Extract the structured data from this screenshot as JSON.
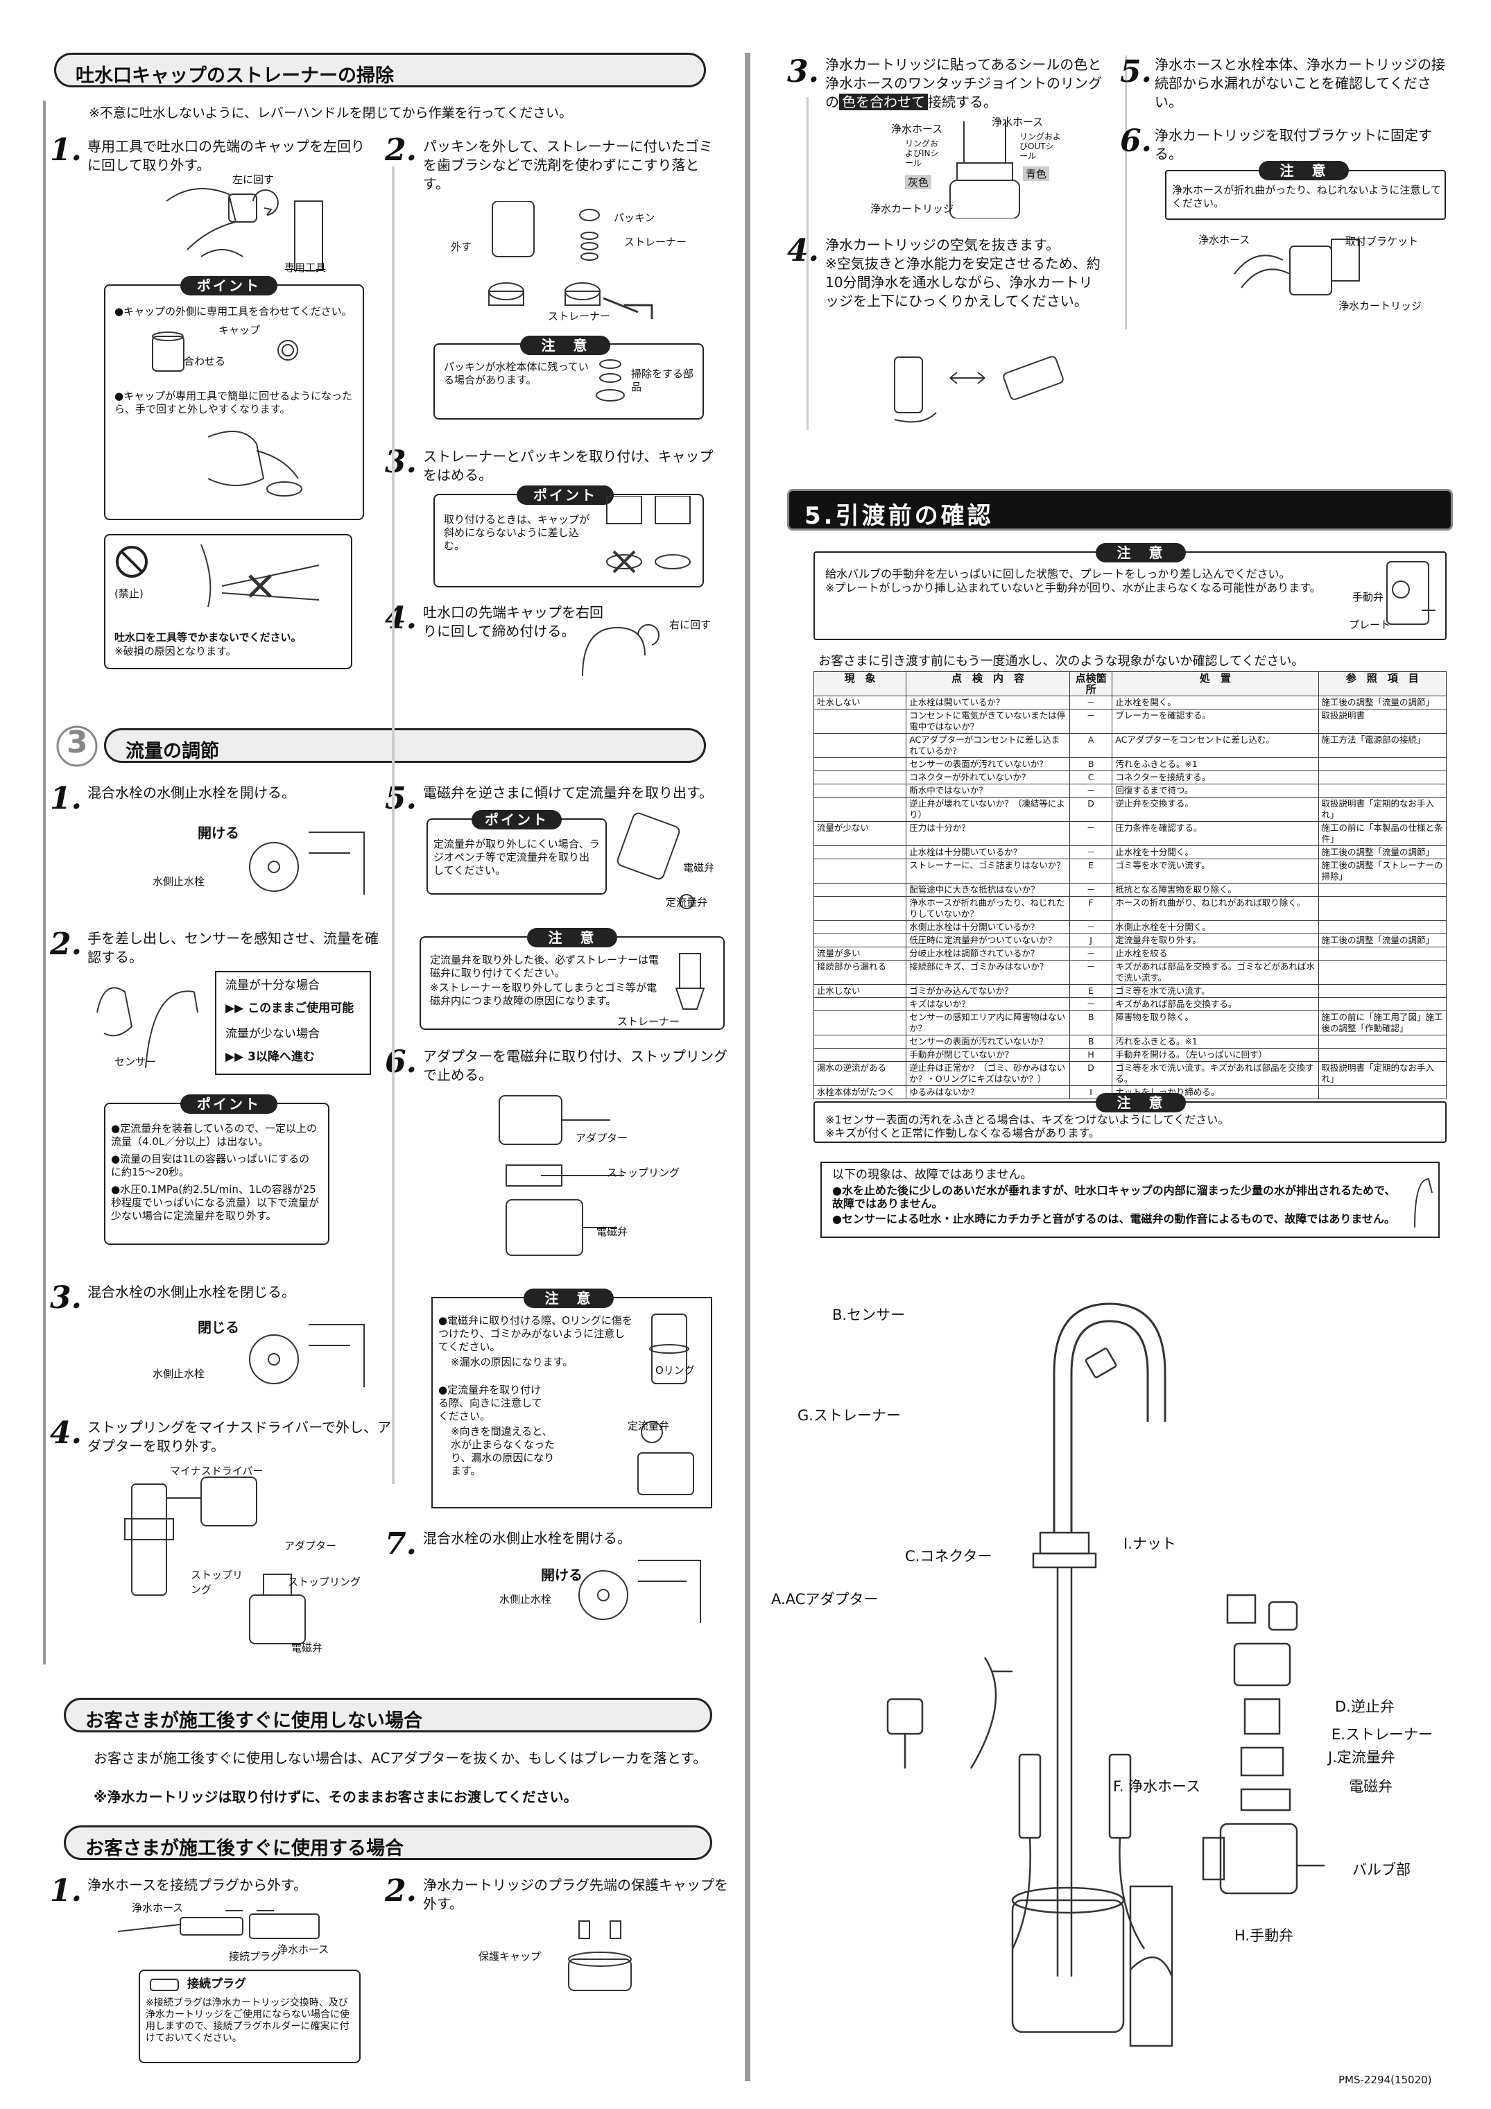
{
  "s_strainer": {
    "title": "吐水口キャップのストレーナーの掃除",
    "note": "※不意に吐水しないように、レバーハンドルを閉じてから作業を行ってください。",
    "step1": {
      "num": "1.",
      "text": "専用工具で吐水口の先端のキャップを左回りに回して取り外す。",
      "label_left": "左に回す",
      "label_tool": "専用工具"
    },
    "step2": {
      "num": "2.",
      "text": "パッキンを外して、ストレーナーに付いたゴミを歯ブラシなどで洗剤を使わずにこすり落とす。",
      "label_remove": "外す",
      "label_packing": "パッキン",
      "label_strainer": "ストレーナー",
      "label_strainer2": "ストレーナー"
    },
    "point1": {
      "title": "ポイント",
      "b1": "●キャップの外側に専用工具を合わせてください。",
      "label_cap": "キャップ",
      "label_align": "合わせる",
      "b2": "●キャップが専用工具で簡単に回せるようになったら、手で回すと外しやすくなります。"
    },
    "caution1": {
      "title": "注　意",
      "text": "パッキンが水栓本体に残っている場合があります。",
      "label": "掃除をする部品"
    },
    "step3": {
      "num": "3.",
      "text": "ストレーナーとパッキンを取り付け、キャップをはめる。"
    },
    "point2": {
      "title": "ポイント",
      "text": "取り付けるときは、キャップが斜めにならないように差し込む。"
    },
    "step4": {
      "num": "4.",
      "text": "吐水口の先端キャップを右回りに回して締め付ける。",
      "label": "右に回す"
    },
    "prohibit": {
      "label": "(禁止)",
      "text": "吐水口を工具等でかまないでください。",
      "sub": "※破損の原因となります。"
    }
  },
  "s_flow": {
    "circle": "3",
    "title": "流量の調節",
    "step1": {
      "num": "1.",
      "text": "混合水栓の水側止水栓を開ける。",
      "label_open": "開ける",
      "label_valve": "水側止水栓"
    },
    "step2": {
      "num": "2.",
      "text": "手を差し出し、センサーを感知させ、流量を確認する。",
      "label_sensor": "センサー",
      "ok": "流量が十分な場合",
      "ok_arrow": "このままご使用可能",
      "ng": "流量が少ない場合",
      "ng_arrow": "3以降へ進む"
    },
    "point": {
      "title": "ポイント",
      "b1": "●定流量弁を装着しているので、一定以上の流量（4.0L／分以上）は出ない。",
      "b2": "●流量の目安は1Lの容器いっぱいにするのに約15〜20秒。",
      "b3": "●水圧0.1MPa(約2.5L/min、1Lの容器が25秒程度でいっぱいになる流量）以下で流量が少ない場合に定流量弁を取り外す。"
    },
    "step3": {
      "num": "3.",
      "text": "混合水栓の水側止水栓を閉じる。",
      "label_close": "閉じる",
      "label_valve": "水側止水栓"
    },
    "step4": {
      "num": "4.",
      "text": "ストップリングをマイナスドライバーで外し、アダプターを取り外す。",
      "label_driver": "マイナスドライバー",
      "label_adapter": "アダプター",
      "label_ring": "ストップリング",
      "label_ring2": "ストップリング",
      "label_valve": "電磁弁"
    },
    "step5": {
      "num": "5.",
      "text": "電磁弁を逆さまに傾けて定流量弁を取り出す。",
      "label_solenoid": "電磁弁",
      "label_flow": "定流量弁"
    },
    "point5": {
      "title": "ポイント",
      "text": "定流量弁が取り外しにくい場合、ラジオペンチ等で定流量弁を取り出してください。"
    },
    "caution5": {
      "title": "注　意",
      "text": "定流量弁を取り外した後、必ずストレーナーは電磁弁に取り付けてください。",
      "sub": "※ストレーナーを取り外してしまうとゴミ等が電磁弁内につまり故障の原因になります。",
      "label": "ストレーナー"
    },
    "step6": {
      "num": "6.",
      "text": "アダプターを電磁弁に取り付け、ストップリングで止める。",
      "label_adapter": "アダプター",
      "label_ring": "ストップリング",
      "label_valve": "電磁弁"
    },
    "caution6": {
      "title": "注　意",
      "b1": "●電磁弁に取り付ける際、Oリングに傷をつけたり、ゴミかみがないように注意してください。",
      "b1s": "※漏水の原因になります。",
      "label_oring": "Oリング",
      "b2": "●定流量弁を取り付ける際、向きに注意してください。",
      "b2s": "※向きを間違えると、水が止まらなくなったり、漏水の原因になります。",
      "label_flow": "定流量弁"
    },
    "step7": {
      "num": "7.",
      "text": "混合水栓の水側止水栓を開ける。",
      "label_open": "開ける",
      "label_valve": "水側止水栓"
    }
  },
  "s_notuse": {
    "title": "お客さまが施工後すぐに使用しない場合",
    "text": "お客さまが施工後すぐに使用しない場合は、ACアダプターを抜くか、もしくはブレーカを落とす。",
    "note": "※浄水カートリッジは取り付けずに、そのままお客さまにお渡してください。"
  },
  "s_use": {
    "title": "お客さまが施工後すぐに使用する場合",
    "step1": {
      "num": "1.",
      "text": "浄水ホースを接続プラグから外す。",
      "label_hose": "浄水ホース",
      "label_plug": "接続プラグ",
      "label_hose2": "浄水ホース",
      "box_title": "接続プラグ",
      "box_text": "※接続プラグは浄水カートリッジ交換時、及び浄水カートリッジをご使用にならない場合に使用しますので、接続プラグホルダーに確実に付けておいてください。"
    },
    "step2": {
      "num": "2.",
      "text": "浄水カートリッジのプラグ先端の保護キャップを外す。",
      "label_cap": "保護キャップ"
    }
  },
  "s_cart": {
    "step3": {
      "num": "3.",
      "text_a": "浄水カートリッジに貼ってあるシールの色と浄水ホースのワンタッチジョイントのリングの",
      "text_hl": "色を合わせて",
      "text_b": "接続する。",
      "label_hose1": "浄水ホース",
      "label_hose2": "浄水ホース",
      "label_ring1": "リングおよびINシール",
      "label_ring2": "リングおよびOUTシール",
      "label_gray": "灰色",
      "label_blue": "青色",
      "label_cart": "浄水カートリッジ"
    },
    "step4": {
      "num": "4.",
      "text": "浄水カートリッジの空気を抜きます。",
      "sub": "※空気抜きと浄水能力を安定させるため、約10分間浄水を通水しながら、浄水カートリッジを上下にひっくりかえしてください。"
    },
    "step5": {
      "num": "5.",
      "text": "浄水ホースと水栓本体、浄水カートリッジの接続部から水漏れがないことを確認してください。"
    },
    "step6": {
      "num": "6.",
      "text": "浄水カートリッジを取付ブラケットに固定する。"
    },
    "caution": {
      "title": "注　意",
      "text": "浄水ホースが折れ曲がったり、ねじれないように注意してください。",
      "label_hose": "浄水ホース",
      "label_bracket": "取付ブラケット",
      "label_cart": "浄水カートリッジ"
    }
  },
  "s_check": {
    "title": "5.引渡前の確認",
    "caution1": {
      "title": "注　意",
      "text": "給水バルブの手動弁を左いっぱいに回した状態で、プレートをしっかり差し込んでください。",
      "sub": "※プレートがしっかり挿し込まれていないと手動弁が回り、水が止まらなくなる可能性があります。",
      "label_valve": "手動弁",
      "label_plate": "プレート"
    },
    "intro": "お客さまに引き渡す前にもう一度通水し、次のような現象がないか確認してください。",
    "headers": [
      "現　象",
      "点　検　内　容",
      "点検箇所",
      "処　置",
      "参　照　項　目"
    ],
    "rows": [
      [
        "吐水しない",
        "止水栓は開いているか？",
        "－",
        "止水栓を開く。",
        "施工後の調整「流量の調節」"
      ],
      [
        "",
        "コンセントに電気がきていないまたは停電中ではないか？",
        "－",
        "ブレーカーを確認する。",
        "取扱説明書"
      ],
      [
        "",
        "ACアダプターがコンセントに差し込まれているか？",
        "A",
        "ACアダプターをコンセントに差し込む。",
        "施工方法「電源部の接続」"
      ],
      [
        "",
        "センサーの表面が汚れていないか？",
        "B",
        "汚れをふきとる。※1",
        ""
      ],
      [
        "",
        "コネクターが外れていないか？",
        "C",
        "コネクターを接続する。",
        ""
      ],
      [
        "",
        "断水中ではないか？",
        "－",
        "回復するまで待つ。",
        ""
      ],
      [
        "",
        "逆止弁が壊れていないか？（凍結等により）",
        "D",
        "逆止弁を交換する。",
        "取扱説明書「定期的なお手入れ」"
      ],
      [
        "流量が少ない",
        "圧力は十分か？",
        "－",
        "圧力条件を確認する。",
        "施工の前に「本製品の仕様と条件」"
      ],
      [
        "",
        "止水栓は十分開いているか？",
        "－",
        "止水栓を十分開く。",
        "施工後の調整「流量の調節」"
      ],
      [
        "",
        "ストレーナーに、ゴミ詰まりはないか？",
        "E",
        "ゴミ等を水で洗い流す。",
        "施工後の調整「ストレーナーの掃除」"
      ],
      [
        "",
        "配管途中に大きな抵抗はないか？",
        "－",
        "抵抗となる障害物を取り除く。",
        ""
      ],
      [
        "",
        "浄水ホースが折れ曲がったり、ねじれたりしていないか？",
        "F",
        "ホースの折れ曲がり、ねじれがあれば取り除く。",
        ""
      ],
      [
        "",
        "水側止水栓は十分開いているか？",
        "－",
        "水側止水栓を十分開く。",
        ""
      ],
      [
        "",
        "低圧時に定流量弁がついていないか？",
        "J",
        "定流量弁を取り外す。",
        "施工後の調整「流量の調節」"
      ],
      [
        "流量が多い",
        "分岐止水栓は調節されているか？",
        "－",
        "止水栓を絞る",
        ""
      ],
      [
        "接続部から漏れる",
        "接続部にキズ、ゴミかみはないか？",
        "－",
        "キズがあれば部品を交換する。ゴミなどがあれば水で洗い流す。",
        ""
      ],
      [
        "止水しない",
        "ゴミがかみ込んでないか？",
        "E",
        "ゴミ等を水で洗い流す。",
        ""
      ],
      [
        "",
        "キズはないか？",
        "－",
        "キズがあれば部品を交換する。",
        ""
      ],
      [
        "",
        "センサーの感知エリア内に障害物はないか？",
        "B",
        "障害物を取り除く。",
        "施工の前に「施工用了図」施工後の調整「作動確認」"
      ],
      [
        "",
        "センサーの表面が汚れていないか？",
        "B",
        "汚れをふきとる。※1",
        ""
      ],
      [
        "",
        "手動弁が閉じていないか？",
        "H",
        "手動弁を開ける。（左いっぱいに回す）",
        ""
      ],
      [
        "湯水の逆流がある",
        "逆止弁は正常か？（ゴミ、砂かみはないか？・Oリングにキズはないか？）",
        "D",
        "ゴミ等を水で洗い流す。キズがあれば部品を交換する。",
        "取扱説明書「定期的なお手入れ」"
      ],
      [
        "水栓本体ががたつく",
        "ゆるみはないか？",
        "I",
        "ナットをしっかり締める。",
        ""
      ]
    ],
    "caution2": {
      "title": "注　意",
      "text": "※1センサー表面の汚れをふきとる場合は、キズをつけないようにしてください。",
      "sub": "※キズが付くと正常に作動しなくなる場合があります。"
    },
    "failbox": {
      "title": "以下の現象は、故障ではありません。",
      "b1": "●水を止めた後に少しのあいだ水が垂れますが、吐水口キャップの内部に溜まった少量の水が排出されるためで、故障ではありません。",
      "b2": "●センサーによる吐水・止水時にカチカチと音がするのは、電磁弁の動作音によるもので、故障ではありません。"
    }
  },
  "diagram": {
    "B": "B.センサー",
    "G": "G.ストレーナー",
    "C": "C.コネクター",
    "I": "I.ナット",
    "A": "A.ACアダプター",
    "D": "D.逆止弁",
    "E": "E.ストレーナー",
    "J": "J.定流量弁",
    "sol": "電磁弁",
    "F": "F. 浄水ホース",
    "valve": "バルブ部",
    "H": "H.手動弁"
  },
  "footer": "PMS-2294(15020)"
}
